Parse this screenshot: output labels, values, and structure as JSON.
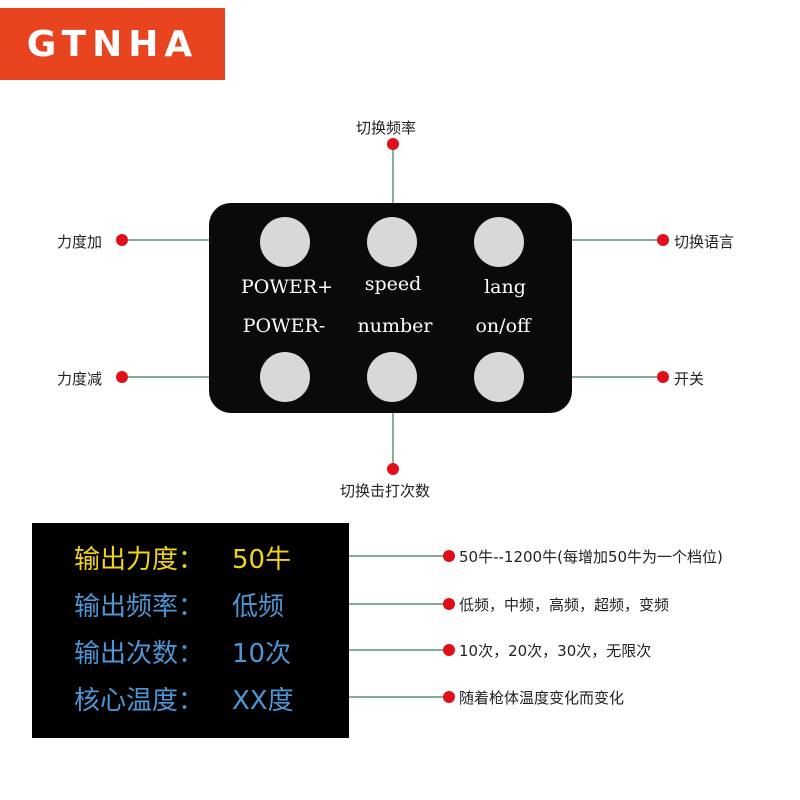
{
  "logo": {
    "text": "GTNHA"
  },
  "colors": {
    "brand": "#e8441f",
    "remote": "#0a0a0a",
    "button": "#d8d8d8",
    "dot": "#e0101a",
    "yellow": "#f2d31a",
    "blue": "#4d96d6",
    "line": "#3c7a56"
  },
  "buttons": {
    "top_labels": [
      "POWER+",
      "speed",
      "lang"
    ],
    "bottom_labels": [
      "POWER-",
      "number",
      "on/off"
    ]
  },
  "callouts": {
    "speed_switch": "切换频率",
    "power_up": "力度加",
    "lang_switch": "切换语言",
    "power_down": "力度减",
    "on_off": "开关",
    "number_switch": "切换击打次数"
  },
  "panel": {
    "rows": [
      {
        "label": "输出力度：",
        "value": "50牛",
        "color": "yellow",
        "desc": "50牛--1200牛(每增加50牛为一个档位)"
      },
      {
        "label": "输出频率：",
        "value": "低频",
        "color": "blue",
        "desc": "低频，中频，高频，超频，变频"
      },
      {
        "label": "输出次数：",
        "value": "10次",
        "color": "blue",
        "desc": "10次，20次，30次，无限次"
      },
      {
        "label": "核心温度：",
        "value": "XX度",
        "color": "blue",
        "desc": "随着枪体温度变化而变化"
      }
    ]
  }
}
